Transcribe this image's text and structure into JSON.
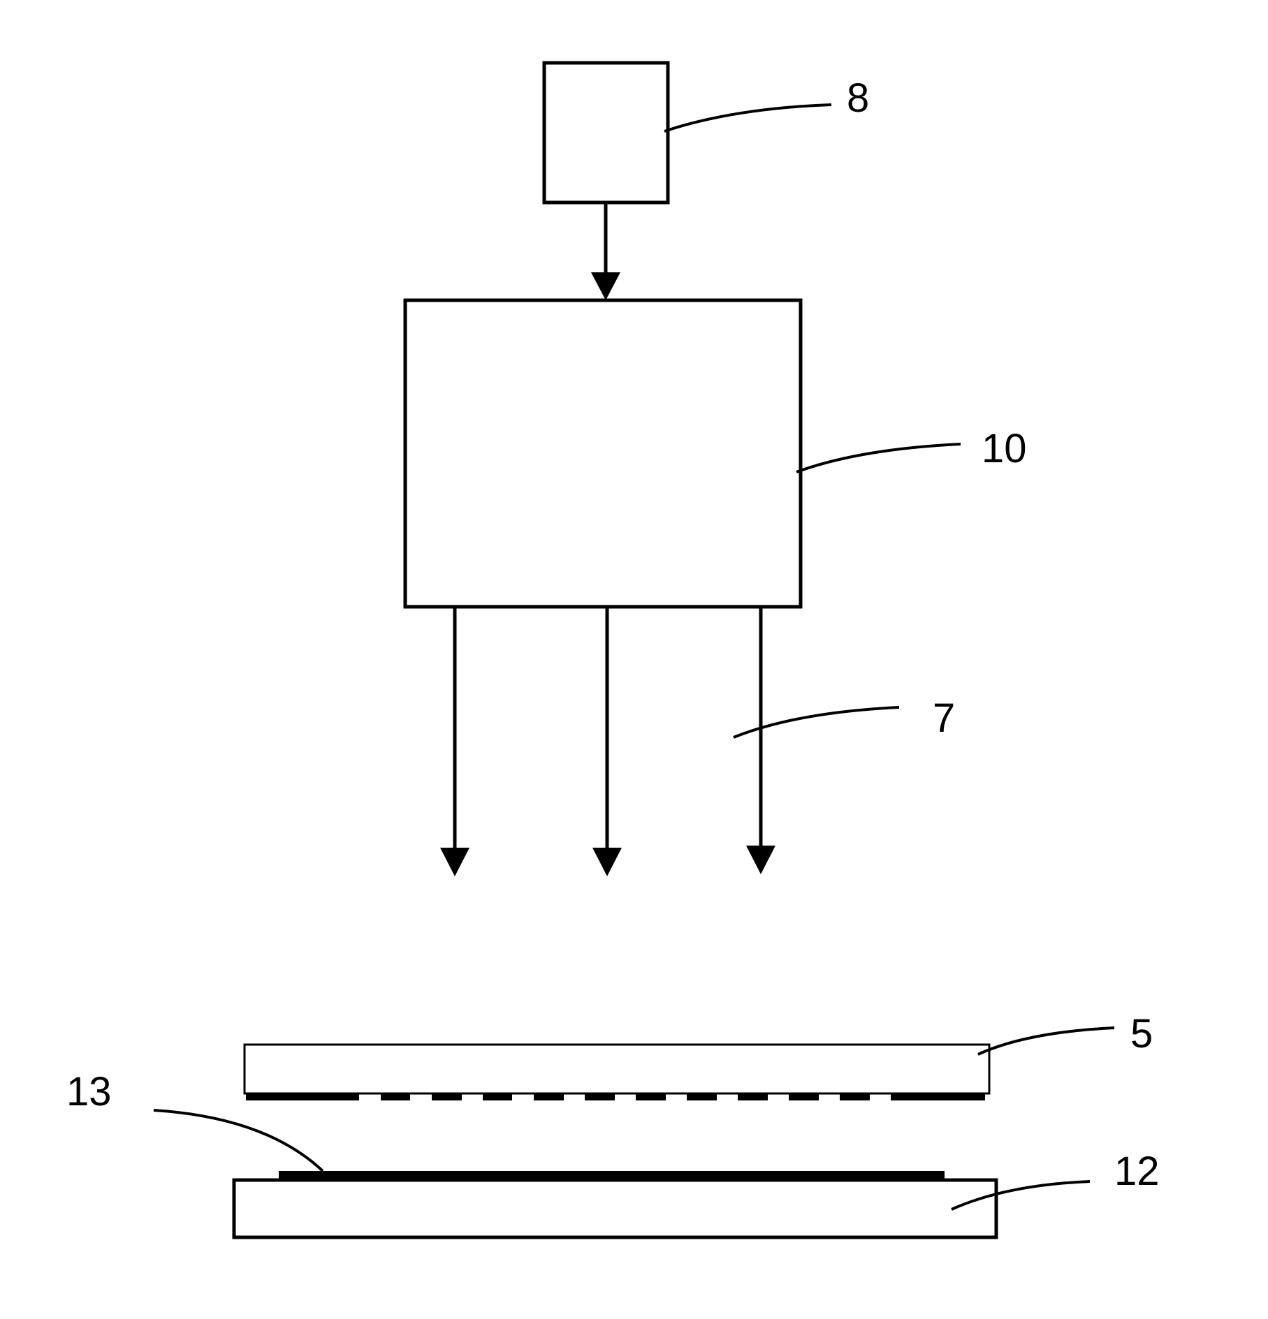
{
  "labels": {
    "light_source": "8",
    "optics_unit": "10",
    "light_beams": "7",
    "mask": "5",
    "layer": "13",
    "substrate": "12"
  },
  "colors": {
    "stroke": "#000000",
    "background": "#ffffff"
  }
}
